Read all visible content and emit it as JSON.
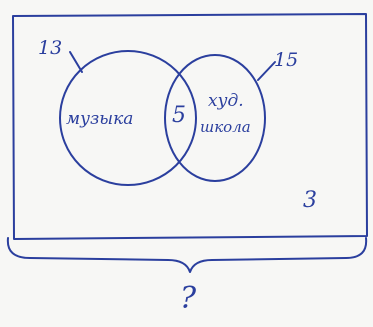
{
  "diagram": {
    "label_a_count": "13",
    "label_b_count": "15",
    "set_a_name": "музыка",
    "set_b_name_line1": "худ.",
    "set_b_name_line2": "школа",
    "intersection_count": "5",
    "outside_count": "3",
    "total_question": "?"
  },
  "colors": {
    "ink": "#2b3f9e",
    "paper": "#f7f7f5"
  }
}
